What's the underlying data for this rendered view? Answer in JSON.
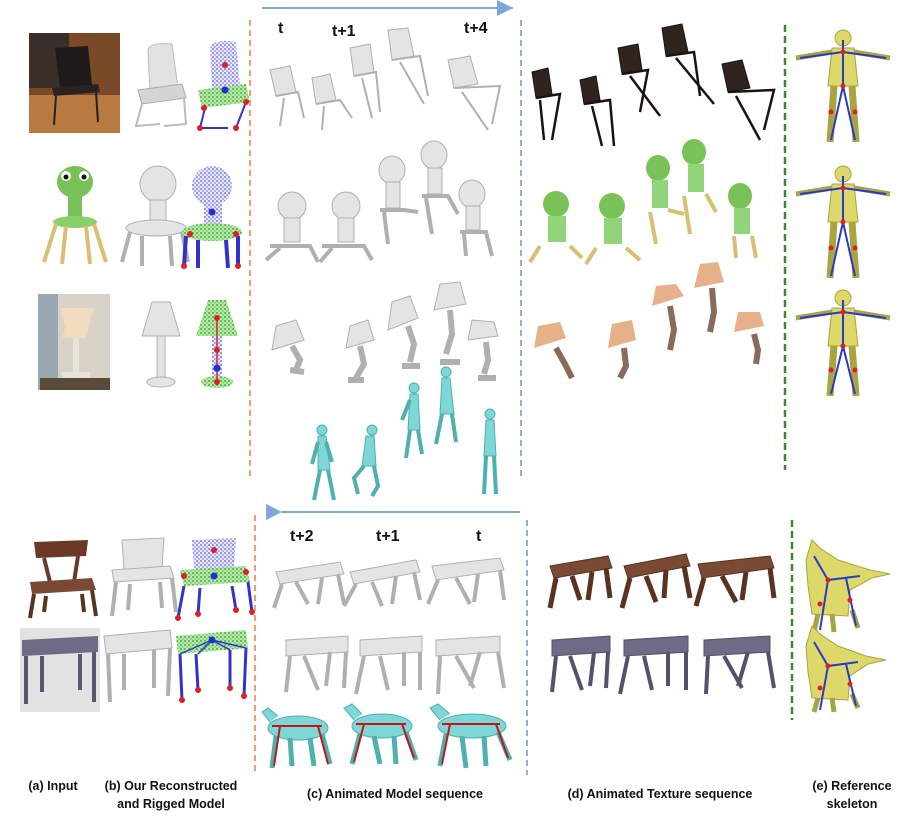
{
  "time_labels_top": [
    "t",
    "t+1",
    "t+4"
  ],
  "time_labels_bottom": [
    "t+2",
    "t+1",
    "t"
  ],
  "captions": {
    "a": "(a) Input",
    "b_line1": "(b) Our Reconstructed",
    "b_line2": "and  Rigged Model",
    "c": "(c) Animated Model sequence",
    "d": "(d) Animated Texture sequence",
    "e_line1": "(e) Reference",
    "e_line2": "skeleton"
  },
  "colors": {
    "orange_divider": "#f0a070",
    "blue_divider": "#8fb0de",
    "green_divider": "#3b8a2e",
    "arrow": "#7ea6d8",
    "mesh_white": "#e4e4e4",
    "mesh_cyan": "#7fd6d6",
    "skeleton_body": "#dcd86a",
    "chair_dark": "#3a2a22",
    "frog_green": "#78c257",
    "lamp_shade": "#e8b48a",
    "wood_brown": "#7a4a35",
    "table_purple": "#6f6a86"
  }
}
